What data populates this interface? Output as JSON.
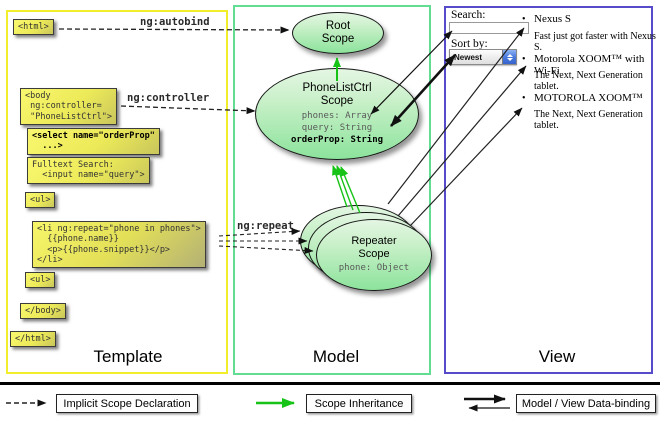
{
  "panels": {
    "template": {
      "label": "Template"
    },
    "model": {
      "label": "Model"
    },
    "view": {
      "label": "View"
    }
  },
  "edge_labels": {
    "autobind": "ng:autobind",
    "controller": "ng:controller",
    "repeat": "ng:repeat"
  },
  "template": {
    "boxes": {
      "html_open": "<html>",
      "body_open": "<body\n ng:controller=\n \"PhoneListCtrl\">",
      "select": "<select name=\"orderProp\"\n  ...>",
      "fulltext": "Fulltext Search:\n  <input name=\"query\">",
      "ul_open": "<ul>",
      "li_repeat": "<li ng:repeat=\"phone in phones\">\n  {{phone.name}}\n  <p>{{phone.snippet}}</p>\n</li>",
      "ul_close": "<ul>",
      "body_close": "</body>",
      "html_close": "</html>"
    }
  },
  "model": {
    "root_scope": {
      "title": "Root\nScope"
    },
    "phonelist_scope": {
      "title": "PhoneListCtrl\nScope",
      "props": [
        "phones: Array",
        "query: String",
        "orderProp: String"
      ]
    },
    "repeater_scope": {
      "title": "Repeater\nScope",
      "prop": "phone: Object"
    }
  },
  "view": {
    "search_label": "Search:",
    "search_value": "",
    "sort_label": "Sort by:",
    "sort_value": "Newest",
    "bullet": "•",
    "items": [
      {
        "name": "Nexus S",
        "desc": "Fast just got faster with Nexus S."
      },
      {
        "name": "Motorola XOOM™ with Wi-Fi",
        "desc": "The Next, Next Generation tablet."
      },
      {
        "name": "MOTOROLA XOOM™",
        "desc": "The Next, Next Generation tablet."
      }
    ]
  },
  "legend": {
    "implicit": "Implicit Scope Declaration",
    "inheritance": "Scope Inheritance",
    "binding": "Model / View Data-binding"
  },
  "colors": {
    "template_border": "#f3ee2b",
    "model_border": "#62dd92",
    "view_border": "#564bc9",
    "inheritance_green": "#17c317",
    "arrow_black": "#111111"
  }
}
